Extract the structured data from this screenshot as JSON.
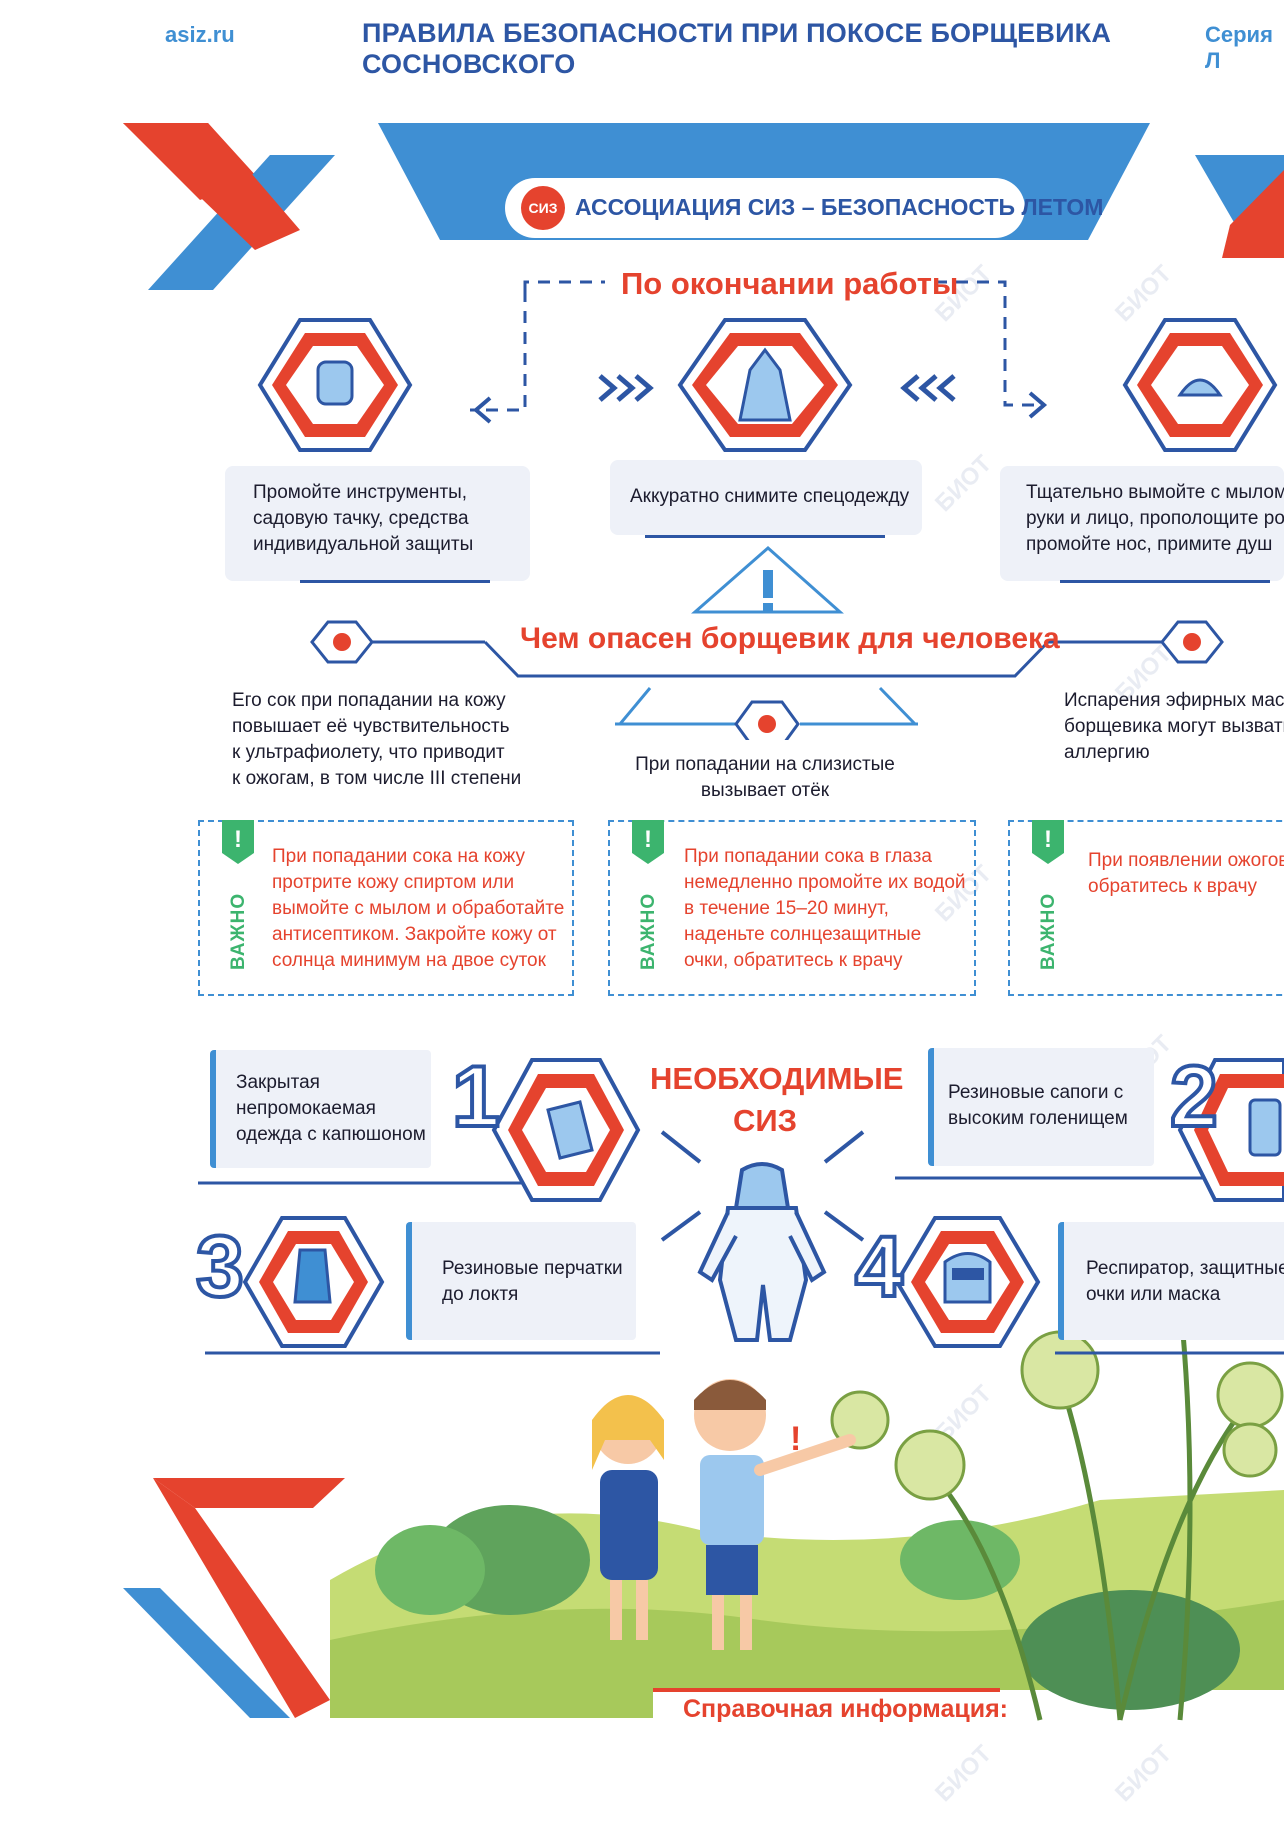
{
  "header": {
    "site": "asiz.ru",
    "title": "ПРАВИЛА БЕЗОПАСНОСТИ ПРИ ПОКОСЕ БОРЩЕВИКА СОСНОВСКОГО",
    "series": "Серия Л"
  },
  "banner": {
    "title": "АССОЦИАЦИЯ СИЗ – БЕЗОПАСНОСТЬ ЛЕТОМ",
    "logo_text": "СИЗ"
  },
  "after_work": {
    "title": "По окончании работы",
    "steps": [
      {
        "icon": "washing-gloves-icon",
        "text_lines": [
          "Промойте инструменты,",
          "садовую тачку, средства",
          "индивидуальной защиты"
        ]
      },
      {
        "icon": "protective-suit-icon",
        "text_lines": [
          "Аккуратно снимите спецодежду"
        ]
      },
      {
        "icon": "shower-icon",
        "text_lines": [
          "Тщательно вымойте с мылом",
          "руки и лицо, прополощите рот,",
          "промойте нос, примите душ"
        ]
      }
    ]
  },
  "danger": {
    "title": "Чем опасен борщевик для человека",
    "items": [
      {
        "text_lines": [
          "Его сок при попадании на кожу",
          "повышает её чувствительность",
          "к ультрафиолету, что приводит",
          "к ожогам, в том числе III степени"
        ]
      },
      {
        "text_lines": [
          "При попадании на слизистые",
          "вызывает отёк"
        ]
      },
      {
        "text_lines": [
          "Испарения эфирных масел",
          "борщевика могут вызвать",
          "аллергию"
        ]
      }
    ]
  },
  "important": {
    "label": "ВАЖНО",
    "mark": "!",
    "boxes": [
      {
        "text_lines": [
          "При попадании сока на кожу",
          "протрите кожу спиртом или",
          "вымойте с мылом и обработайте",
          "антисептиком. Закройте кожу от",
          "солнца минимум на двое суток"
        ]
      },
      {
        "text_lines": [
          "При попадании сока в глаза",
          "немедленно промойте их водой",
          "в течение 15–20 минут,",
          "наденьте солнцезащитные",
          "очки, обратитесь к врачу"
        ]
      },
      {
        "text_lines": [
          "При появлении ожогов",
          "обратитесь к врачу"
        ]
      }
    ]
  },
  "ppe": {
    "title_lines": [
      "НЕОБХОДИМЫЕ",
      "СИЗ"
    ],
    "items": [
      {
        "num": "1",
        "icon": "hooded-clothing-icon",
        "text_lines": [
          "Закрытая",
          "непромокаемая",
          "одежда с капюшоном"
        ]
      },
      {
        "num": "2",
        "icon": "rubber-boots-icon",
        "text_lines": [
          "Резиновые сапоги с",
          "высоким голенищем"
        ]
      },
      {
        "num": "3",
        "icon": "rubber-gloves-icon",
        "text_lines": [
          "Резиновые перчатки",
          "до локтя"
        ]
      },
      {
        "num": "4",
        "icon": "face-shield-icon",
        "text_lines": [
          "Респиратор, защитные",
          "очки или маска"
        ]
      }
    ]
  },
  "reference": {
    "title": "Справочная информация:"
  },
  "watermarks": [
    "БИОТ"
  ],
  "colors": {
    "blue": "#2d56a4",
    "light_blue": "#3f8fd3",
    "red": "#e5432e",
    "green": "#3cb46e",
    "card": "#eef1f8"
  }
}
